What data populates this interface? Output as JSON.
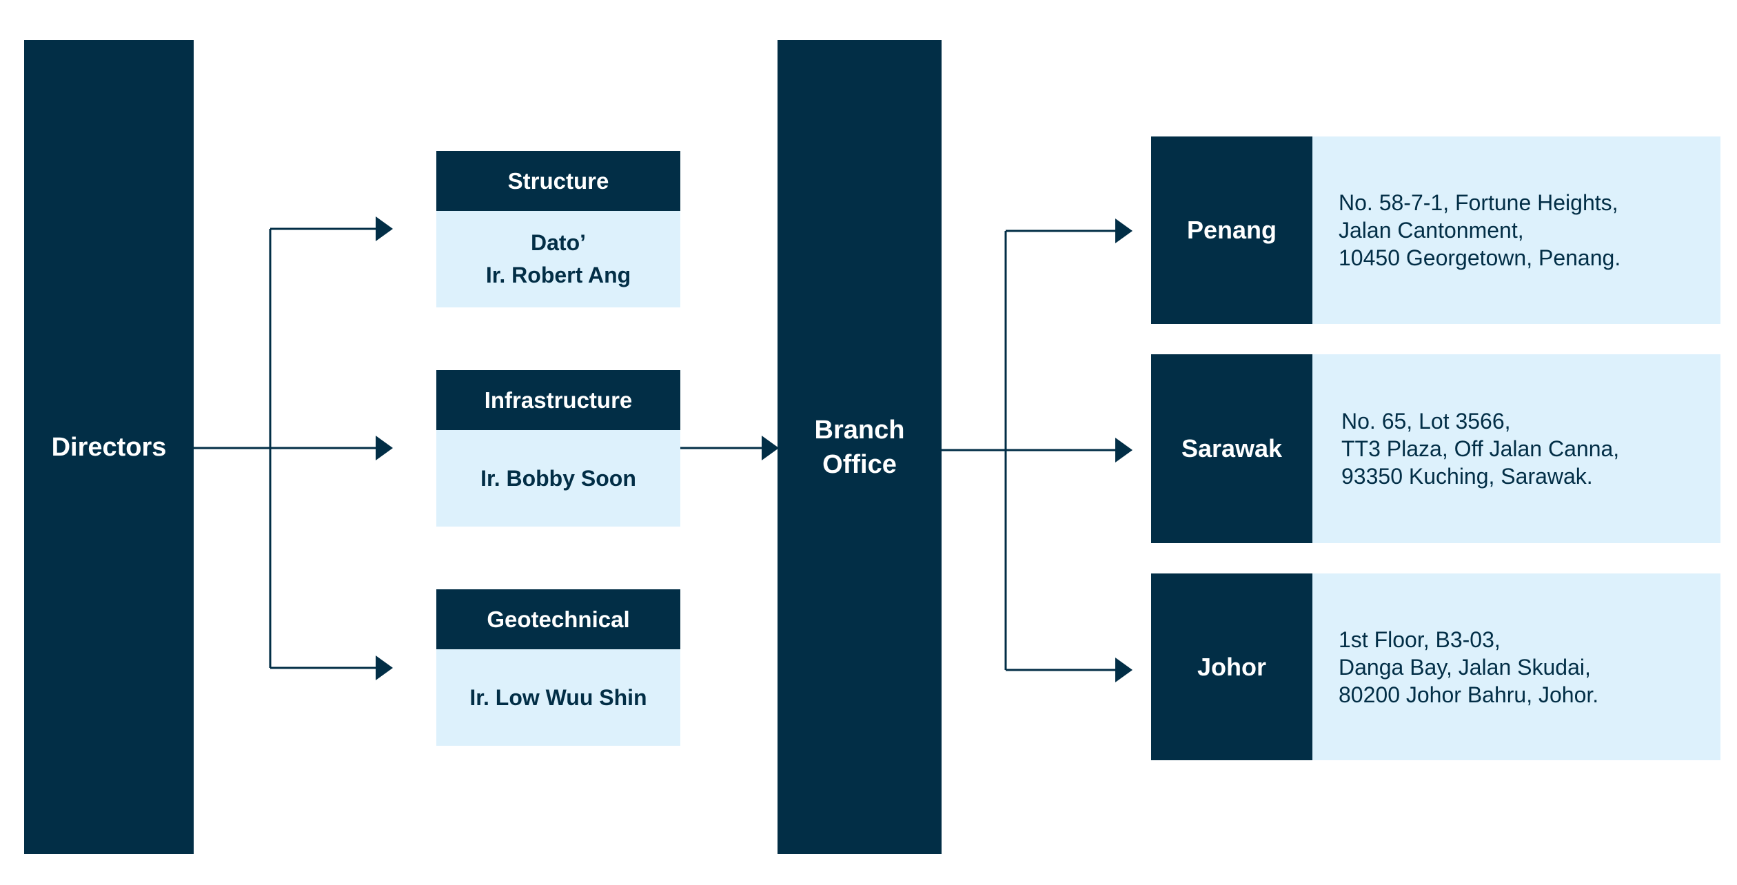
{
  "directors": {
    "label": "Directors"
  },
  "departments": [
    {
      "title": "Structure",
      "head_lines": [
        "Dato’",
        "Ir. Robert Ang"
      ]
    },
    {
      "title": "Infrastructure",
      "head_lines": [
        "Ir. Bobby Soon"
      ]
    },
    {
      "title": "Geotechnical",
      "head_lines": [
        "Ir. Low Wuu Shin"
      ]
    }
  ],
  "branch_office": {
    "label_lines": [
      "Branch",
      "Office"
    ]
  },
  "branches": [
    {
      "name": "Penang",
      "address_lines": [
        "No. 58-7-1, Fortune Heights,",
        "Jalan Cantonment,",
        "10450 Georgetown, Penang."
      ]
    },
    {
      "name": "Sarawak",
      "address_lines": [
        "No. 65, Lot 3566,",
        "TT3 Plaza, Off Jalan Canna,",
        "93350 Kuching, Sarawak."
      ]
    },
    {
      "name": "Johor",
      "address_lines": [
        "1st Floor, B3-03,",
        "Danga Bay, Jalan Skudai,",
        "80200 Johor Bahru, Johor."
      ]
    }
  ],
  "colors": {
    "dark": "#022e46",
    "light": "#ddf1fc",
    "text_on_dark": "#ffffff"
  }
}
